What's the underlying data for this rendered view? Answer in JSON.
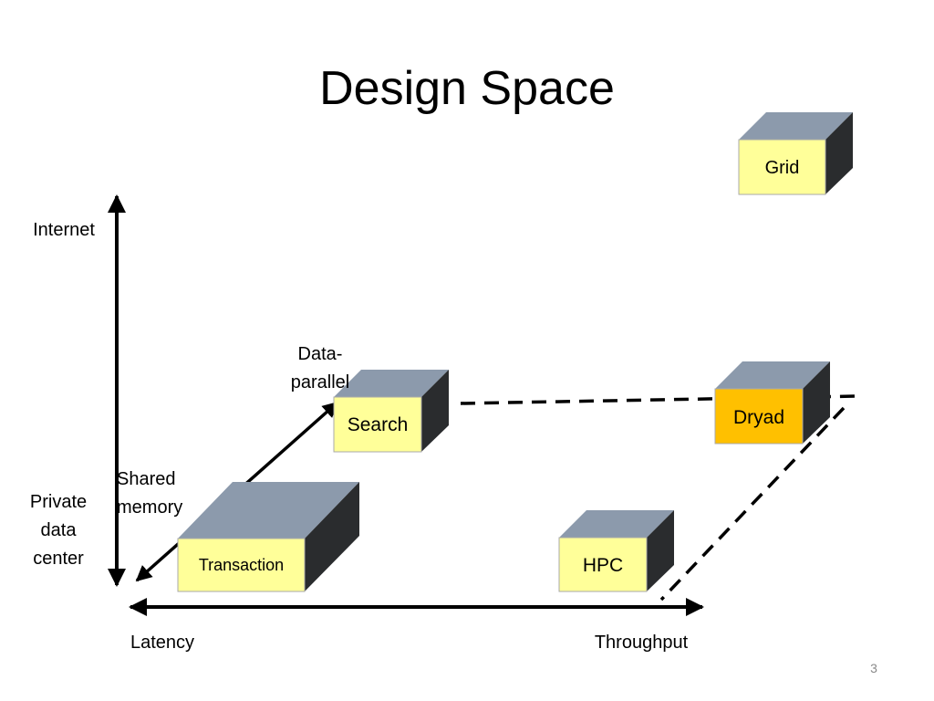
{
  "slide": {
    "title": "Design Space",
    "page_number": "3"
  },
  "axes": {
    "vertical_top_label": "Internet",
    "vertical_bottom_label": "Private data center",
    "horizontal_left_label": "Latency",
    "horizontal_right_label": "Throughput",
    "diagonal_upper_label": "Data-parallel",
    "diagonal_lower_label": "Shared memory"
  },
  "boxes": [
    {
      "name": "grid",
      "label": "Grid",
      "face_color": "#ffff99"
    },
    {
      "name": "search",
      "label": "Search",
      "face_color": "#ffff99"
    },
    {
      "name": "dryad",
      "label": "Dryad",
      "face_color": "#ffc000"
    },
    {
      "name": "transaction",
      "label": "Transaction",
      "face_color": "#ffff99"
    },
    {
      "name": "hpc",
      "label": "HPC",
      "face_color": "#ffff99"
    }
  ],
  "colors": {
    "box_top": "#8c9aac",
    "box_side": "#2a2c2e",
    "box_border": "#a9a9a9",
    "line": "#000000"
  }
}
